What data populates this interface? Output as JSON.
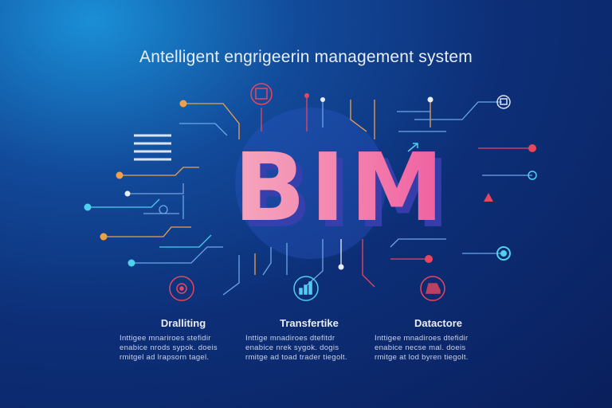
{
  "title": "Antelligent engrigeerin management system",
  "logo_text": "BIM",
  "features": [
    {
      "icon": "gear-chip-icon",
      "heading": "Dralliting",
      "lines": [
        "Inttigee mnariroes stefidir",
        "enabice nrods sypok. doeis",
        "rmitgel ad lrapsorn tagel."
      ]
    },
    {
      "icon": "bar-chart-icon",
      "heading": "Transfertike",
      "lines": [
        "Inttige mnadiroes dtefitdr",
        "enabice nrek sygok. dogis",
        "rmitge ad toad trader tiegolt."
      ]
    },
    {
      "icon": "truck-icon",
      "heading": "Datactore",
      "lines": [
        "Inttigee mnadiroes dtefidir",
        "enabice necse mal. doeis",
        "rmitge at lod byren tiegolt."
      ]
    }
  ],
  "colors": {
    "background_dark": "#0a1f5c",
    "background_light": "#1a8fd6",
    "bim_gradient_start": "#f6b3c4",
    "bim_gradient_end": "#ee4e9b",
    "node_orange": "#f0a04a",
    "node_red": "#e8465e",
    "node_cyan": "#4fd0ee",
    "line_blue": "#6aa8e8"
  }
}
